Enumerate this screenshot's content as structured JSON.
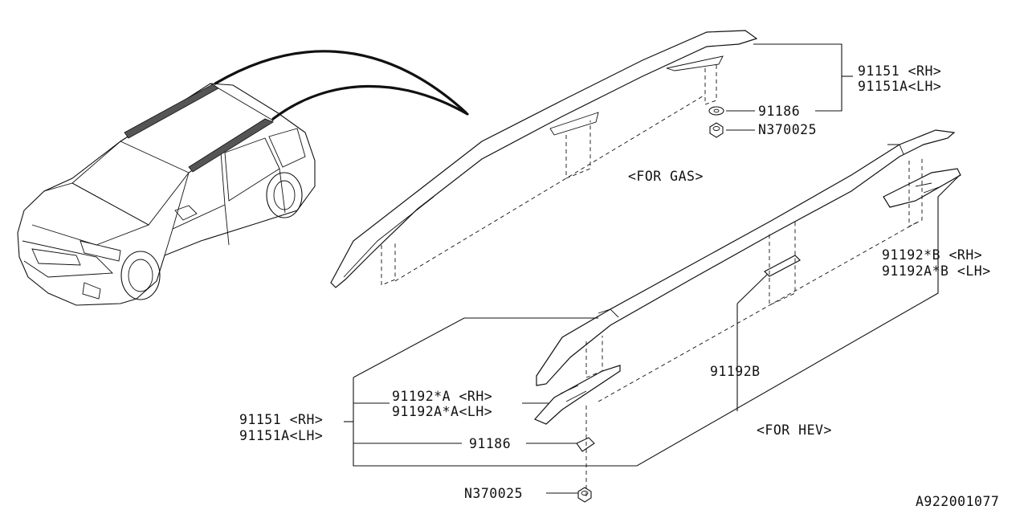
{
  "diagram": {
    "labels": {
      "gas_rail_part": "91151 <RH>",
      "gas_rail_part_lh": "91151A<LH>",
      "gas_washer": "91186",
      "gas_nut": "N370025",
      "for_gas": "<FOR GAS>",
      "hev_cover_b": "91192*B  <RH>",
      "hev_cover_b_lh": "91192A*B <LH>",
      "hev_pad_b": "91192B",
      "hev_cover_a": "91192*A  <RH>",
      "hev_cover_a_lh": "91192A*A<LH>",
      "hev_rail_part": "91151  <RH>",
      "hev_rail_part_lh": "91151A<LH>",
      "hev_washer": "91186",
      "for_hev": "<FOR HEV>",
      "hev_nut": "N370025",
      "diagram_id": "A922001077"
    }
  }
}
